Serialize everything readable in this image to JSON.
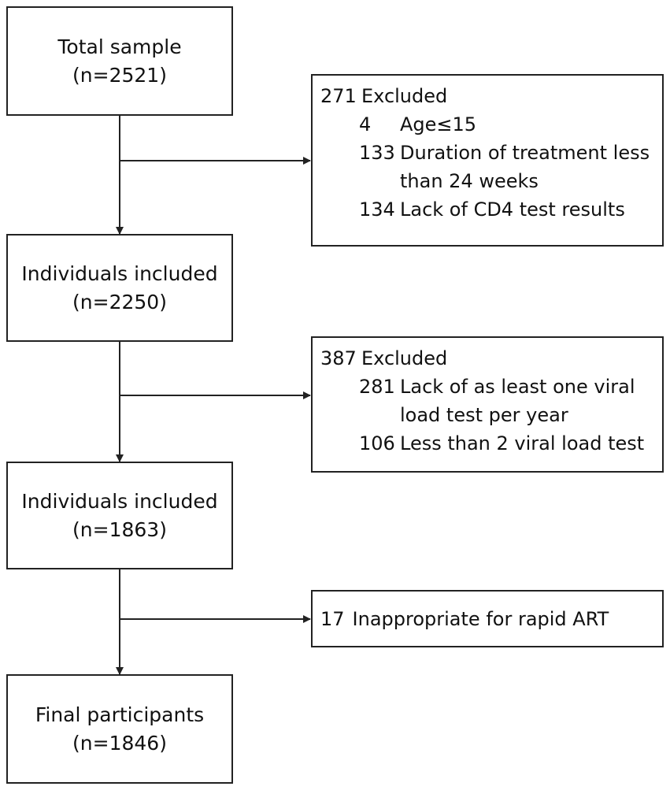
{
  "main_boxes": [
    {
      "label": "Total sample",
      "count": "(n=2521)"
    },
    {
      "label": "Individuals included",
      "count": "(n=2250)"
    },
    {
      "label": "Individuals included",
      "count": "(n=1863)"
    },
    {
      "label": "Final participants",
      "count": "(n=1846)"
    }
  ],
  "exclusions": [
    {
      "total": "271",
      "title": "Excluded",
      "items": [
        {
          "n": "4",
          "text": "Age≤15",
          "cont": ""
        },
        {
          "n": "133",
          "text": "Duration of treatment less",
          "cont": "than 24 weeks"
        },
        {
          "n": "134",
          "text": "Lack of CD4 test results",
          "cont": ""
        }
      ]
    },
    {
      "total": "387",
      "title": "Excluded",
      "items": [
        {
          "n": "281",
          "text": "Lack of as least one viral",
          "cont": "load test per year"
        },
        {
          "n": "106",
          "text": "Less than 2 viral load test",
          "cont": ""
        }
      ]
    },
    {
      "total": "17",
      "title": "Inappropriate for rapid ART",
      "items": []
    }
  ]
}
